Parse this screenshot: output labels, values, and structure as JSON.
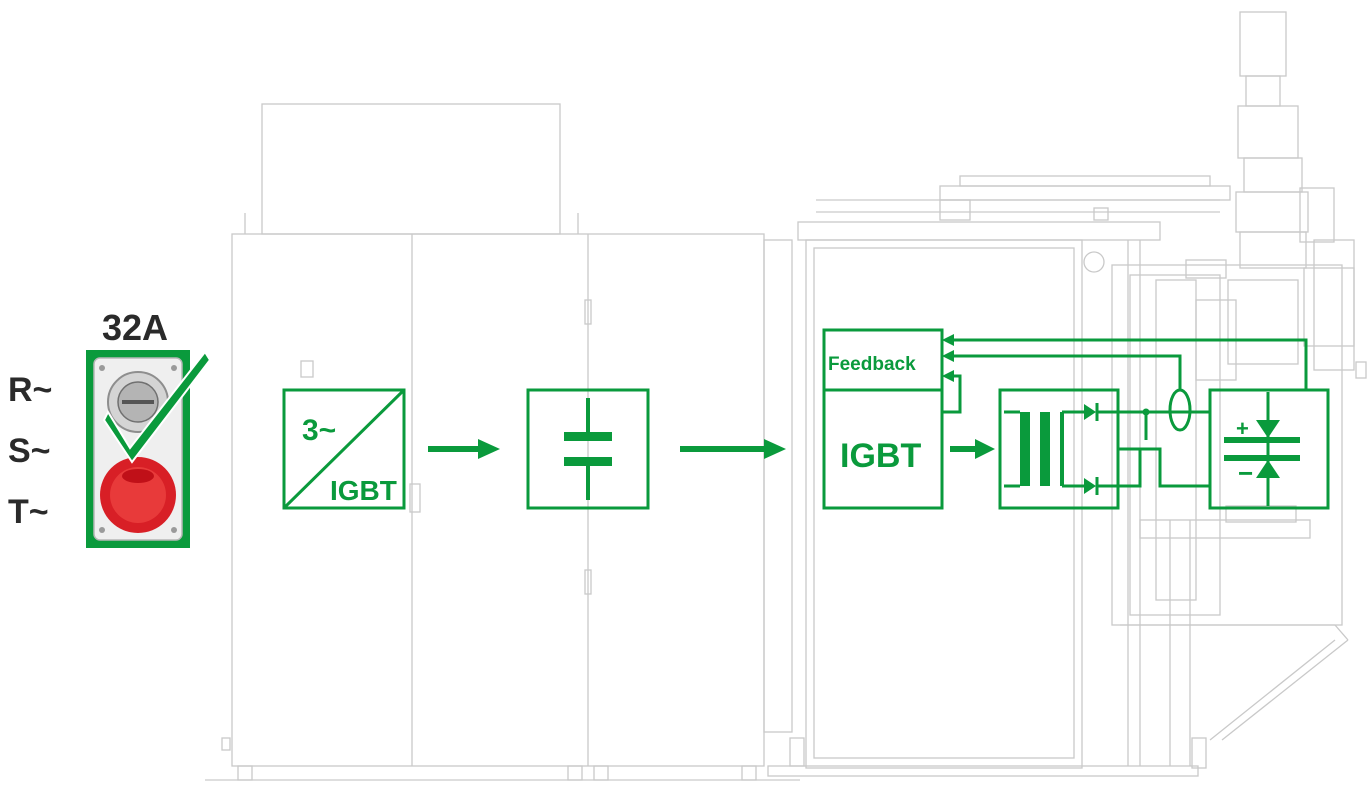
{
  "colors": {
    "accent": "#0a9a3c",
    "outline": "#c9c9c9",
    "socket_red": "#d81f26",
    "text": "#2a2a2a"
  },
  "supply": {
    "rating": "32A",
    "phases": [
      "R~",
      "S~",
      "T~"
    ],
    "status_icon": "checkmark-icon"
  },
  "blocks": {
    "rectifier": {
      "top_label": "3~",
      "bottom_label": "IGBT"
    },
    "dc_link": {
      "icon": "capacitor-icon"
    },
    "inverter": {
      "label": "IGBT",
      "feedback_label": "Feedback"
    },
    "transformer": {
      "icon": "transformer-rectifier-icon"
    },
    "output": {
      "icon": "weld-electrode-icon",
      "plus": "+",
      "minus": "−"
    }
  }
}
